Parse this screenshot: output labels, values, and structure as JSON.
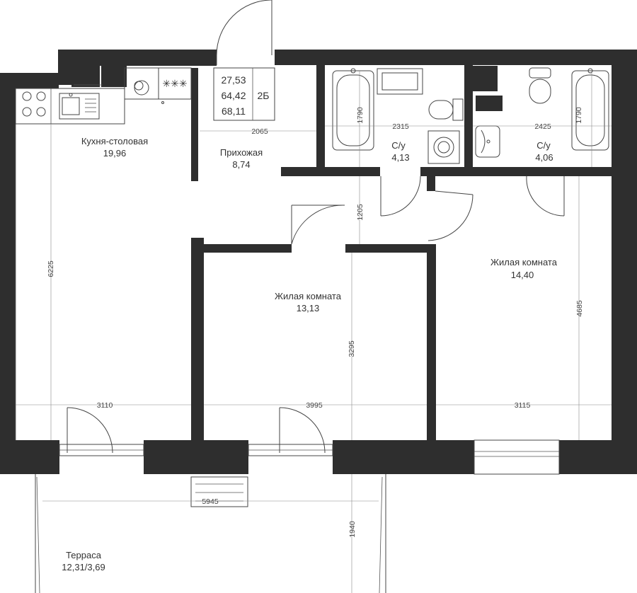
{
  "summary": {
    "areas": [
      "27,53",
      "64,42",
      "68,11"
    ],
    "type": "2Б"
  },
  "rooms": {
    "kitchen": {
      "name": "Кухня-столовая",
      "area": "19,96"
    },
    "hall": {
      "name": "Прихожая",
      "area": "8,74"
    },
    "wc1": {
      "name": "С/у",
      "area": "4,13"
    },
    "wc2": {
      "name": "С/у",
      "area": "4,06"
    },
    "living1": {
      "name": "Жилая комната",
      "area": "13,13"
    },
    "living2": {
      "name": "Жилая комната",
      "area": "14,40"
    },
    "terrace": {
      "name": "Терраса",
      "area": "12,31/3,69"
    }
  },
  "dims": {
    "hall_w": "2065",
    "wc1_w": "2315",
    "wc2_w": "2425",
    "bath1_len": "1790",
    "bath2_len": "1790",
    "corridor": "1205",
    "kitchen_len": "6225",
    "living1_len": "3295",
    "living2_len": "4685",
    "kitchen_w": "3110",
    "living1_w": "3995",
    "living2_w": "3115",
    "terrace_w": "5945",
    "terrace_d": "1940"
  },
  "colors": {
    "wall": "#2e2e2e",
    "line": "#444444"
  }
}
